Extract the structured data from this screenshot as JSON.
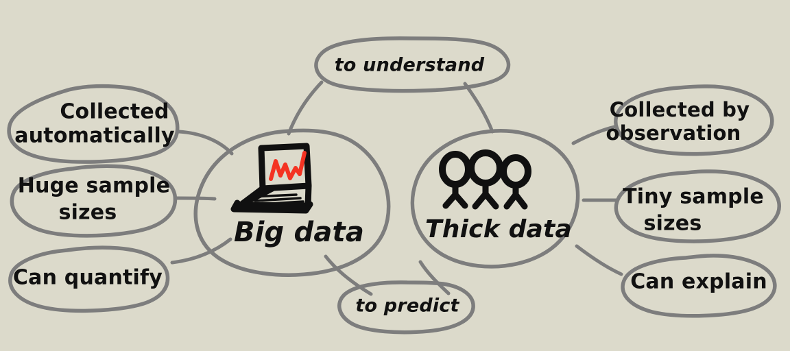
{
  "diagram": {
    "title": "Big data vs Thick data mind map",
    "background_color": "#dcdacb",
    "outline_color": "#7d7d7d",
    "text_color": "#111111"
  },
  "nodes": {
    "big_data": {
      "label": "Big data",
      "color": "#1a5bb8",
      "icon": "laptop-chart-icon"
    },
    "thick_data": {
      "label": "Thick data",
      "color": "#2e8b13",
      "icon": "three-people-icon"
    }
  },
  "center_bubbles": [
    {
      "label": "to understand",
      "color": "#f43322",
      "position": "top"
    },
    {
      "label": "to predict",
      "color": "#f43322",
      "position": "bottom"
    }
  ],
  "left_bubbles": [
    {
      "line1": "Collected",
      "line2": "automatically"
    },
    {
      "line1": "Huge sample",
      "line2": "sizes"
    },
    {
      "line1": "Can quantify",
      "line2": ""
    }
  ],
  "right_bubbles": [
    {
      "line1": "Collected by",
      "line2": "observation"
    },
    {
      "line1": "Tiny sample",
      "line2": "sizes"
    },
    {
      "line1": "Can explain",
      "line2": ""
    }
  ]
}
